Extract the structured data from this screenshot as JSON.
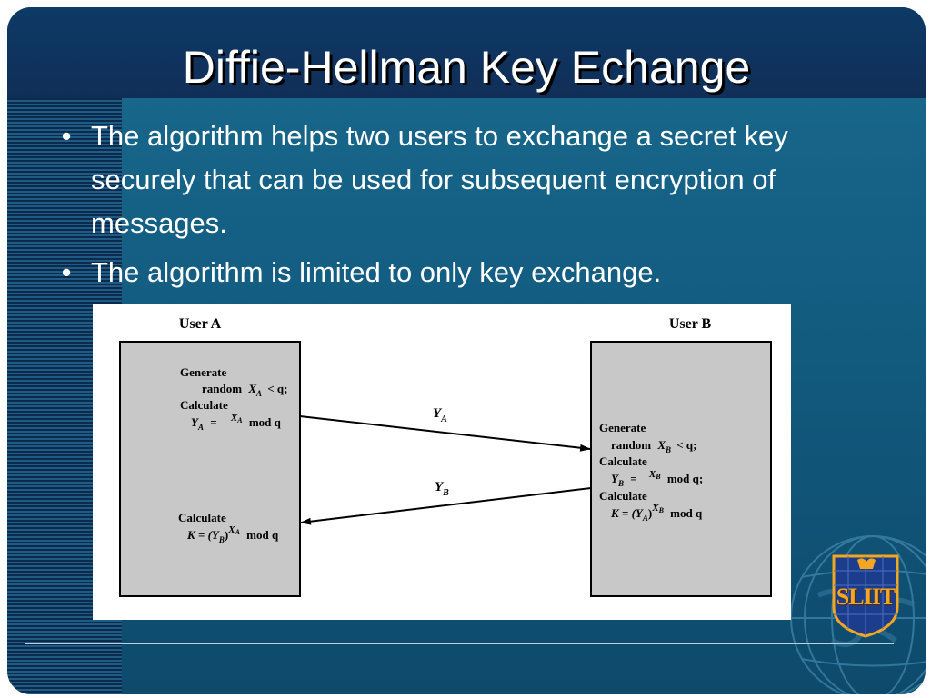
{
  "slide": {
    "title": "Diffie-Hellman Key Echange",
    "bullets": [
      "The algorithm helps two users to exchange a secret key securely that can be used for subsequent encryption of messages.",
      "The algorithm is limited to only key exchange."
    ],
    "bullet_symbol": "•"
  },
  "diagram": {
    "user_a": {
      "label": "User A",
      "generate": "Generate",
      "random": "random",
      "x": "X",
      "x_sub": "A",
      "lt_q": "< q;",
      "calculate": "Calculate",
      "y": "Y",
      "y_sub": "A",
      "eq": "=",
      "exp": "X",
      "exp_sub": "A",
      "mod_q": "mod q",
      "calculate2": "Calculate",
      "k_lhs": "K = (Y",
      "k_sub": "B",
      "k_close": ")",
      "k_exp": "X",
      "k_exp_sub": "A",
      "k_mod": "mod q"
    },
    "user_b": {
      "label": "User B",
      "generate": "Generate",
      "random": "random",
      "x": "X",
      "x_sub": "B",
      "lt_q": "< q;",
      "calculate": "Calculate",
      "y": "Y",
      "y_sub": "B",
      "eq": "=",
      "exp": "X",
      "exp_sub": "B",
      "mod_q": "mod q;",
      "calculate2": "Calculate",
      "k_lhs": "K = (Y",
      "k_sub": "A",
      "k_close": ")",
      "k_exp": "X",
      "k_exp_sub": "B",
      "k_mod": "mod q"
    },
    "arrow_ab": {
      "label": "Y",
      "sub": "A"
    },
    "arrow_ba": {
      "label": "Y",
      "sub": "B"
    }
  },
  "branding": {
    "logo_text": "SLIIT",
    "colors": {
      "background": "#125c80",
      "header": "#0d3a66",
      "box_fill": "#c8c8c8",
      "logo_gold": "#f2a622",
      "logo_blue": "#1c3d8c"
    }
  }
}
